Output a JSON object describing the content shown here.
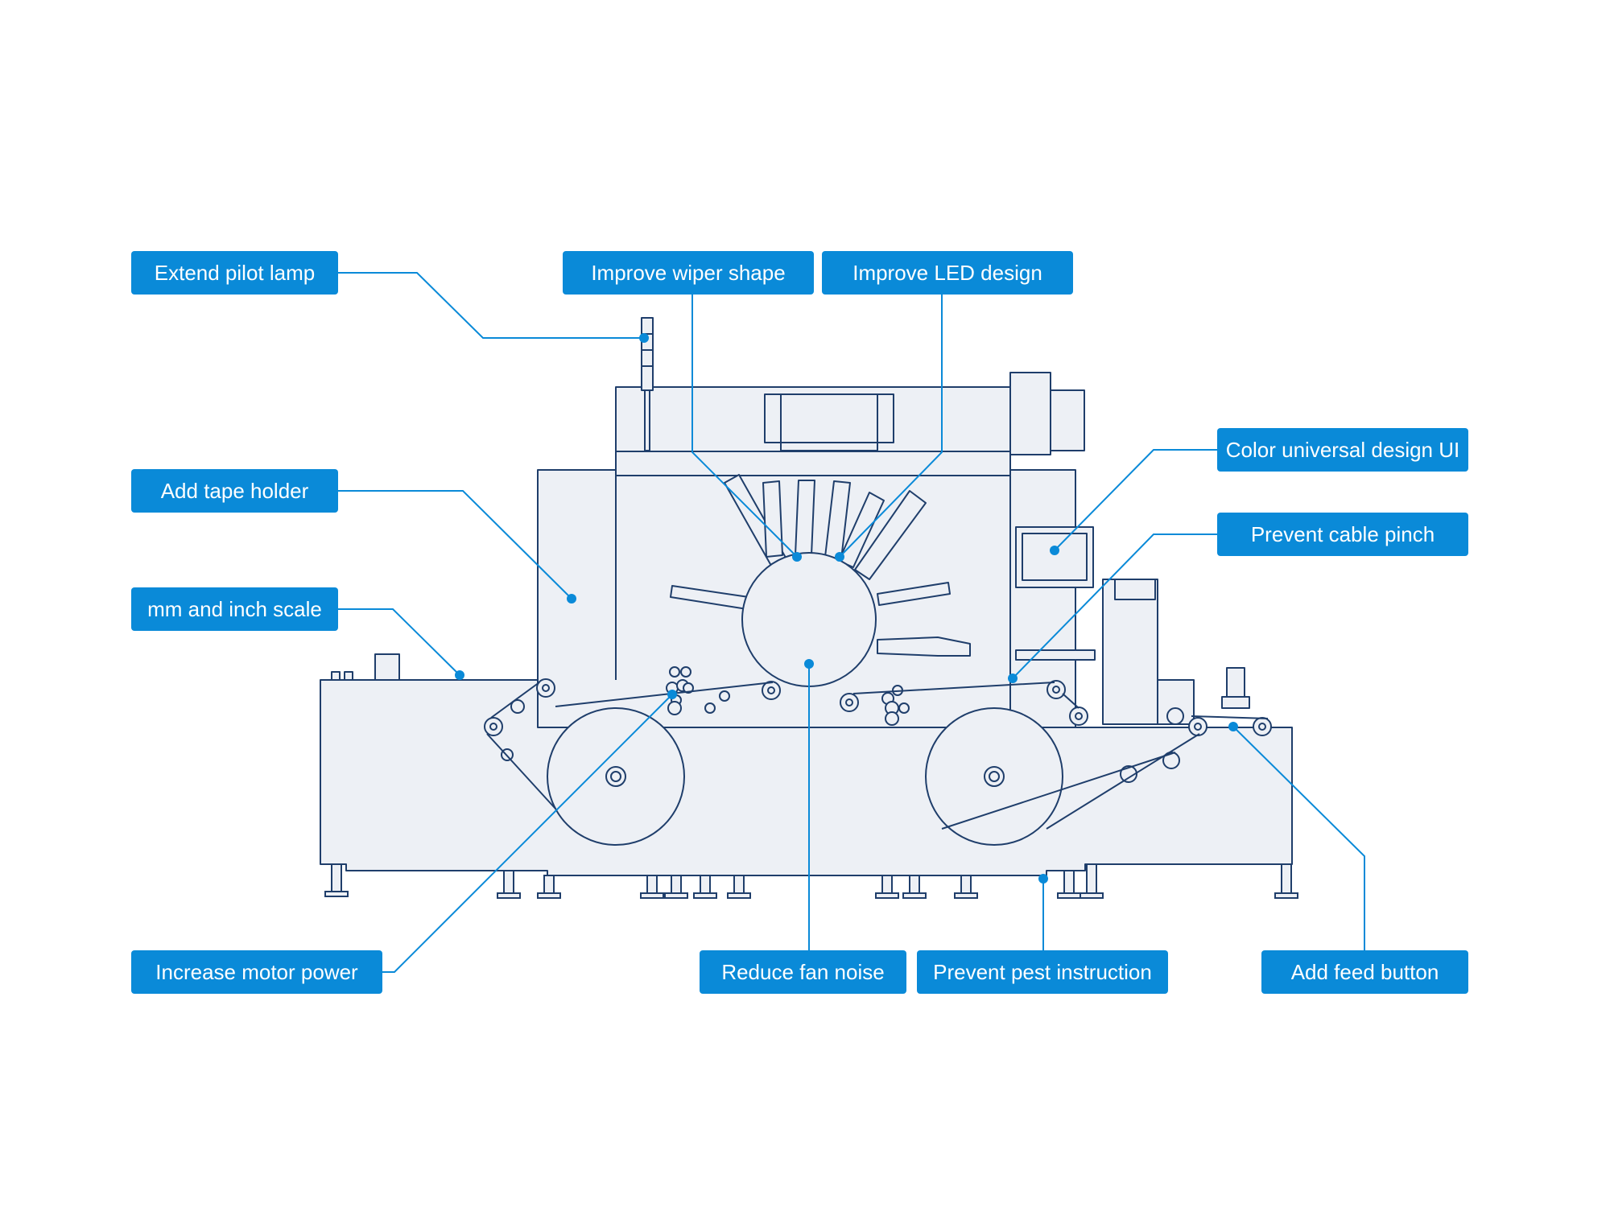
{
  "colors": {
    "callout_background": "#0a8ad8",
    "callout_text": "#ffffff",
    "leader_line": "#0a8ad8",
    "machine_fill": "#edf0f5",
    "machine_outline": "#1f3e6b",
    "background": "#ffffff"
  },
  "callouts": {
    "extend_pilot_lamp": "Extend pilot lamp",
    "improve_wiper_shape": "Improve wiper shape",
    "improve_led_design": "Improve LED design",
    "add_tape_holder": "Add tape holder",
    "mm_inch_scale": "mm and inch scale",
    "color_universal_design_ui": "Color universal design UI",
    "prevent_cable_pinch": "Prevent cable pinch",
    "increase_motor_power": "Increase motor power",
    "reduce_fan_noise": "Reduce fan noise",
    "prevent_pest_instruction": "Prevent pest instruction",
    "add_feed_button": "Add feed button"
  }
}
